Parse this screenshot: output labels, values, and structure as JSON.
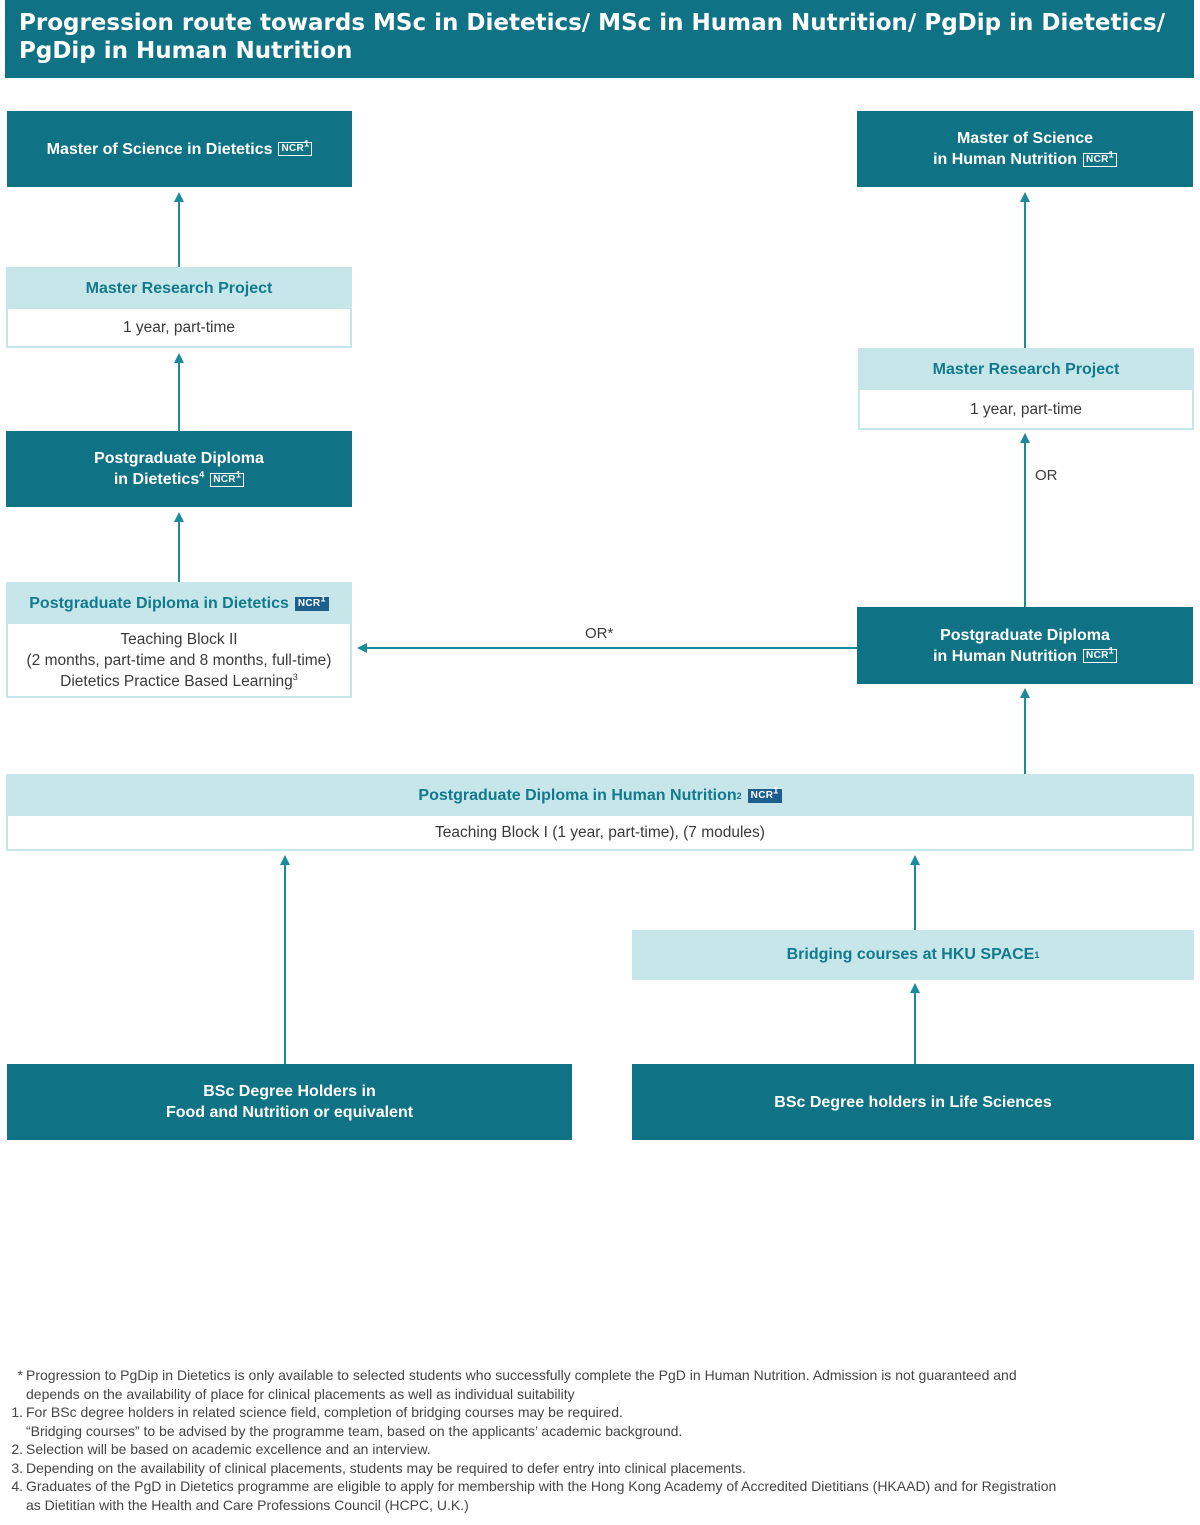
{
  "header": {
    "title_line1": "Progression route towards MSc in Dietetics/ MSc in Human Nutrition/ PgDip in Dietetics/",
    "title_line2": "PgDip in Human Nutrition"
  },
  "badge": "NCR",
  "badge_sup": "1",
  "boxes": {
    "msc_dietetics": {
      "label": "Master of Science in Dietetics"
    },
    "msc_human_nutrition": {
      "line1": "Master of Science",
      "line2": "in Human Nutrition"
    },
    "research_left": {
      "title": "Master Research Project",
      "detail": "1 year, part-time"
    },
    "research_right": {
      "title": "Master Research Project",
      "detail": "1 year, part-time"
    },
    "pgdip_dietetics": {
      "line1": "Postgraduate Diploma",
      "line2": "in Dietetics",
      "sup": "4"
    },
    "pgd_dietetics_block": {
      "title": "Postgraduate Diploma in Dietetics",
      "line1": "Teaching Block II",
      "line2": "(2 months, part-time and 8 months, full-time)",
      "line3": "Dietetics Practice Based Learning",
      "line3_sup": "3"
    },
    "pgdip_human_nutrition": {
      "line1": "Postgraduate Diploma",
      "line2": "in Human Nutrition"
    },
    "pgd_human_nutrition_block": {
      "title": "Postgraduate Diploma in Human Nutrition",
      "title_sup": "2",
      "detail": "Teaching Block I (1 year, part-time), (7 modules)"
    },
    "bridging": {
      "label": "Bridging courses at HKU SPACE",
      "sup": "1"
    },
    "bsc_food": {
      "line1": "BSc Degree Holders in",
      "line2": "Food and Nutrition or equivalent"
    },
    "bsc_life": {
      "label": "BSc Degree holders in Life Sciences"
    }
  },
  "connector_labels": {
    "or_star": "OR*",
    "or": "OR"
  },
  "footnotes": [
    {
      "mark": "*",
      "lines": [
        "Progression to PgDip in Dietetics is only available to selected students who successfully complete the PgD in Human Nutrition. Admission is not guaranteed and",
        "depends on the availability of place for clinical placements as well as individual suitability"
      ]
    },
    {
      "mark": "1.",
      "lines": [
        "For BSc degree holders in related science field, completion of bridging courses may be required.",
        "“Bridging courses” to be advised by the programme team, based on the applicants’ academic background."
      ]
    },
    {
      "mark": "2.",
      "lines": [
        "Selection will be based on academic excellence and an interview."
      ]
    },
    {
      "mark": "3.",
      "lines": [
        "Depending on the availability of clinical placements, students may be required to defer entry into clinical placements."
      ]
    },
    {
      "mark": "4.",
      "lines": [
        "Graduates of the PgD in Dietetics programme are eligible to apply for membership with the Hong Kong Academy of Accredited Dietitians (HKAAD) and for Registration",
        "as Dietitian with the Health and Care Professions Council (HCPC, U.K.)"
      ]
    }
  ],
  "colors": {
    "dark_teal": "#0f7385",
    "light_teal": "#c6e6ea",
    "accent_text": "#127a8c",
    "arrow": "#1a8a9c",
    "ncr_badge": "#1c5e8c"
  }
}
